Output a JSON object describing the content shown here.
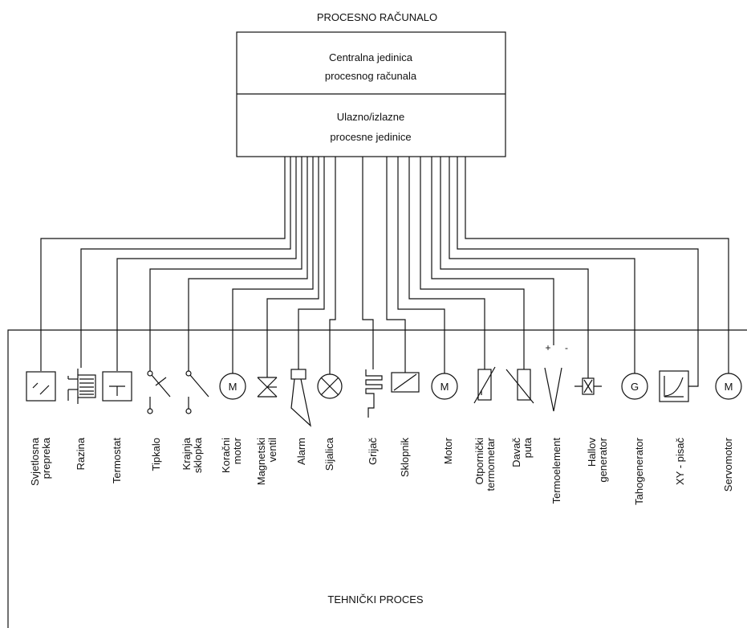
{
  "title_top": "PROCESNO RAČUNALO",
  "computer": {
    "cpu_line1": "Centralna jedinica",
    "cpu_line2": "procesnog računala",
    "io_line1": "Ulazno/izlazne",
    "io_line2": "procesne jedinice"
  },
  "process_title": "TEHNIČKI PROCES",
  "devices": [
    {
      "icon": "light-barrier-icon",
      "lines": [
        "Svjetlosna",
        "prepreka"
      ]
    },
    {
      "icon": "level-sensor-icon",
      "lines": [
        "Razina"
      ]
    },
    {
      "icon": "thermostat-icon",
      "lines": [
        "Termostat"
      ]
    },
    {
      "icon": "push-button-icon",
      "lines": [
        "Tipkalo"
      ]
    },
    {
      "icon": "limit-switch-icon",
      "lines": [
        "Krajnja",
        "sklopka"
      ]
    },
    {
      "icon": "stepper-motor-icon",
      "lines": [
        "Koračni",
        "motor"
      ]
    },
    {
      "icon": "solenoid-valve-icon",
      "lines": [
        "Magnetski",
        "ventil"
      ]
    },
    {
      "icon": "alarm-horn-icon",
      "lines": [
        "Alarm"
      ]
    },
    {
      "icon": "lamp-icon",
      "lines": [
        "Sijalica"
      ]
    },
    {
      "icon": "heater-icon",
      "lines": [
        "Grijač"
      ]
    },
    {
      "icon": "contactor-icon",
      "lines": [
        "Sklopnik"
      ]
    },
    {
      "icon": "motor-icon",
      "lines": [
        "Motor"
      ]
    },
    {
      "icon": "resistance-thermometer-icon",
      "lines": [
        "Otpornički",
        "termometar"
      ]
    },
    {
      "icon": "position-sensor-icon",
      "lines": [
        "Davač",
        "puta"
      ]
    },
    {
      "icon": "thermocouple-icon",
      "lines": [
        "Termoelement"
      ]
    },
    {
      "icon": "hall-generator-icon",
      "lines": [
        "Hallov",
        "generator"
      ]
    },
    {
      "icon": "tachogenerator-icon",
      "lines": [
        "Tahogenerator"
      ]
    },
    {
      "icon": "xy-plotter-icon",
      "lines": [
        "XY - pisač"
      ]
    },
    {
      "icon": "servomotor-icon",
      "lines": [
        "Servomotor"
      ]
    }
  ],
  "symbol_text": {
    "motor_letter": "M",
    "generator_letter": "G",
    "plus_sign": "+",
    "minus_sign": "-"
  }
}
